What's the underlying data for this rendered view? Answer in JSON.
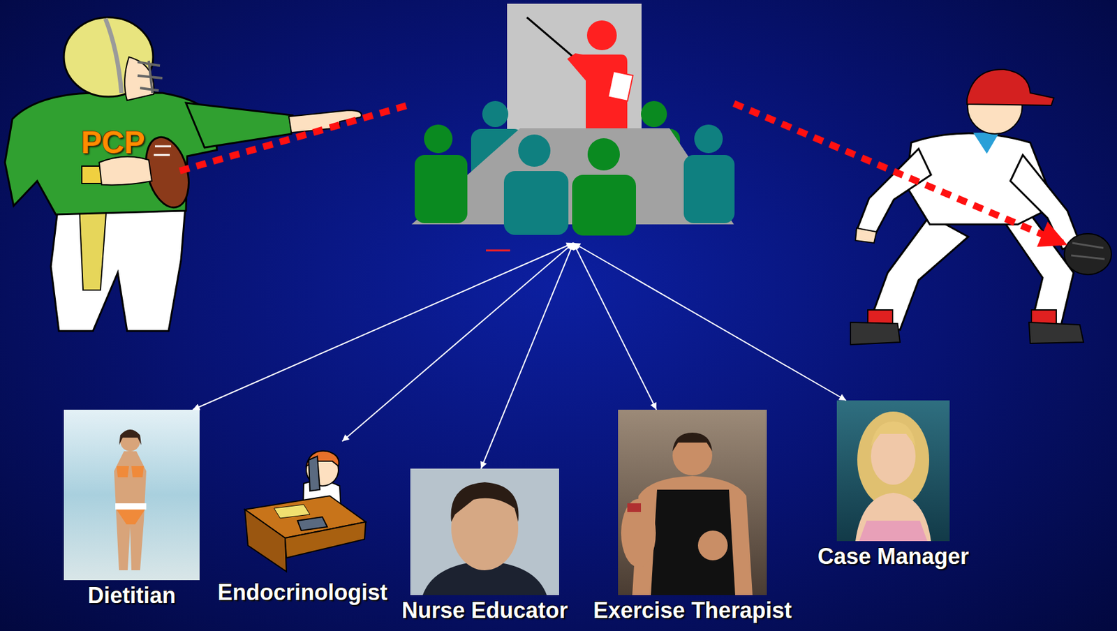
{
  "diagram": {
    "nodes": [
      {
        "text": [
          "PCP"
        ]
      },
      {
        "text": []
      },
      {
        "text": []
      },
      {
        "text": [
          "Dietitian"
        ]
      },
      {
        "text": [
          "Endocrinologist"
        ]
      },
      {
        "text": [
          "Nurse Educator"
        ]
      },
      {
        "text": [
          "Exercise Therapist"
        ]
      },
      {
        "text": [
          "Case Manager"
        ]
      }
    ],
    "edges": [
      {
        "from": 0,
        "to": 1,
        "arrow": "none"
      },
      {
        "from": 1,
        "to": 2,
        "arrow": "to"
      },
      {
        "from": 1,
        "to": 3,
        "arrow": "both"
      },
      {
        "from": 1,
        "to": 4,
        "arrow": "both"
      },
      {
        "from": 1,
        "to": 5,
        "arrow": "both"
      },
      {
        "from": 1,
        "to": 6,
        "arrow": "both"
      },
      {
        "from": 1,
        "to": 7,
        "arrow": "both"
      }
    ]
  }
}
